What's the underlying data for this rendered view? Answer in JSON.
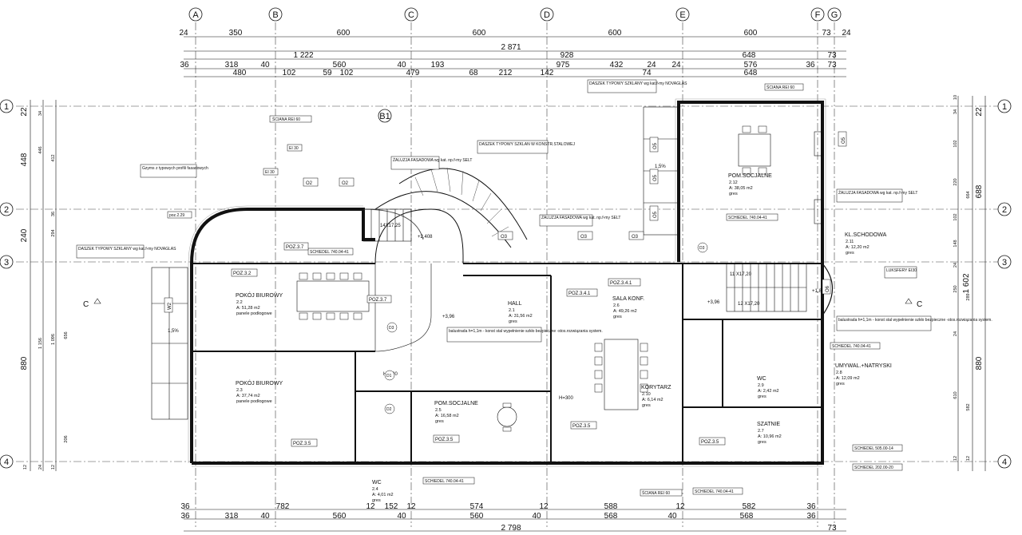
{
  "axes_top": [
    "A",
    "B",
    "C",
    "D",
    "E",
    "F",
    "G"
  ],
  "axes_side": [
    "1",
    "2",
    "3",
    "4"
  ],
  "axis_b1": "B1",
  "dims_top_row1": [
    "24",
    "350",
    "600",
    "600",
    "600",
    "600",
    "73",
    "24"
  ],
  "dims_top_total": "2 871",
  "dims_top_row2": [
    "1 222",
    "928",
    "648",
    "73"
  ],
  "dims_top_row3": [
    "36",
    "318",
    "40",
    "560",
    "40",
    "193",
    "975",
    "24",
    "432",
    "24",
    "576",
    "36",
    "73"
  ],
  "dims_top_row4": [
    "480",
    "102",
    "59",
    "102",
    "479",
    "68",
    "212",
    "142",
    "74",
    "648"
  ],
  "dims_bottom_row1": [
    "36",
    "782",
    "12",
    "152",
    "12",
    "574",
    "12",
    "588",
    "12",
    "582",
    "36"
  ],
  "dims_bottom_row2": [
    "36",
    "318",
    "40",
    "560",
    "40",
    "560",
    "40",
    "568",
    "40",
    "568",
    "36"
  ],
  "dims_bottom_total": "2 798",
  "dims_bottom_right": "73",
  "dims_left_outer": [
    "22",
    "448",
    "240",
    "880"
  ],
  "dims_left_inner": [
    "34",
    "446",
    "412",
    "294",
    "36",
    "1 156",
    "1 096",
    "656",
    "206",
    "12",
    "24",
    "12"
  ],
  "dims_right_outer": [
    "22",
    "688",
    "1 602",
    "880"
  ],
  "dims_right_inner": [
    "10",
    "34",
    "102",
    "220",
    "664",
    "102",
    "148",
    "24",
    "250",
    "289",
    "24",
    "610",
    "582",
    "12",
    "12"
  ],
  "section_marker": "C",
  "rooms": [
    {
      "name": "POKÓJ BIUROWY",
      "num": "2.2",
      "area": "A: 51,28 m2",
      "floor": "panele podłogowe"
    },
    {
      "name": "POKÓJ BIUROWY",
      "num": "2.3",
      "area": "A: 37,74 m2",
      "floor": "panele podłogowe"
    },
    {
      "name": "HALL",
      "num": "2.1",
      "area": "A: 31,56 m2",
      "floor": "gres"
    },
    {
      "name": "SALA KONF.",
      "num": "2.6",
      "area": "A: 49,26 m2",
      "floor": "gres"
    },
    {
      "name": "KORYTARZ",
      "num": "2.10",
      "area": "A: 6,14 m2",
      "floor": "gres"
    },
    {
      "name": "POM.SOCJALNE",
      "num": "2.5",
      "area": "A: 16,58 m2",
      "floor": "gres"
    },
    {
      "name": "WC",
      "num": "2.4",
      "area": "A: 4,01 m2",
      "floor": "gres"
    },
    {
      "name": "POM.SOCJALNE",
      "num": "2.12",
      "area": "A: 38,05 m2",
      "floor": "gres"
    },
    {
      "name": "KL.SCHODOWA",
      "num": "2.11",
      "area": "A: 12,20 m2",
      "floor": "gres"
    },
    {
      "name": "UMYWAL.+NATRYSKI",
      "num": "2.8",
      "area": "A: 12,09 m2",
      "floor": "gres"
    },
    {
      "name": "WC",
      "num": "2.9",
      "area": "A: 2,42 m2",
      "floor": "gres"
    },
    {
      "name": "SZATNIE",
      "num": "2.7",
      "area": "A: 10,96 m2",
      "floor": "gres"
    }
  ],
  "callouts": {
    "sciana_rei60_top_left": "ŚCIANA  REI 60",
    "sciana_rei60_top_right": "ŚCIANA  REI 60",
    "sciana_rei60_bottom": "ŚCIANA  REI 60",
    "ei30_a": "EI 30",
    "ei30_b": "EI 30",
    "gzyms": "Gzyms z typowych profili fasadowych",
    "zaluzja_top": "ŻALUZJA FASADOWA wg kat. np.f-my SELT",
    "daszek_top": "DASZEK TYPOWY SZKLANY wg kat.f-my NOVAGLAS",
    "daszek_steel": "DASZEK TYPOWY SZKLAN W KONSTR.STALOWEJ",
    "zaluzja_mid": "ŻALUZJA FASADOWA wg kat. np.f-my SELT",
    "zaluzja_right": "ŻALUZJA FASADOWA wg kat. np.f-my SELT",
    "daszek_left": "DASZEK TYPOWY SZKLANY wg kat.f-my NOVAGLAS",
    "poz229": "poz.2.29",
    "luksfery": "LUKSFERY EI30",
    "balustrada_right": "balustrada h=1,1m - konst stal wypełnienie szkło bezpieczne -stos.rozwiązania system.",
    "balustrada_mid": "balustrada h=1,1m - konst stal wypełnienie szkło bezpieczne -stos.rozwiązania system.",
    "schiedel_a": "SCHIEDEL 740.04-41",
    "schiedel_b": "SCHIEDEL 740.04-41",
    "schiedel_c": "SCHIEDEL 740.04-41",
    "schiedel_d": "SCHIEDEL 740.04-41",
    "schiedel_e": "SCHIEDEL 740.04-41",
    "schiedel_f": "SCHIEDEL 505.00-14",
    "schiedel_g": "SCHIEDEL 202.00-20",
    "poz32": "POZ.3.2",
    "poz37a": "POZ.3.7",
    "poz37b": "POZ.3.7",
    "poz341": "POZ.3.4.1",
    "poz342": "POZ.3.4.1",
    "poz35": [
      "POZ.3.5",
      "POZ.3.5",
      "POZ.3.5",
      "POZ.3.5"
    ],
    "stairs_a": "14X17,25",
    "stairs_b": "11 X17,20",
    "stairs_c": "12 X17,20",
    "level_a": "+2,408",
    "level_b": "+3,96",
    "level_c": "+3,96",
    "level_d": "+1,89",
    "h300": "H=300",
    "h280": "H=280",
    "slope": "1,5%"
  },
  "door_tags": [
    "O2",
    "O2",
    "O3",
    "O3",
    "O3",
    "O5",
    "O5",
    "O5",
    "O5",
    "O6",
    "W2",
    "D1",
    "D2",
    "D3",
    "D3"
  ]
}
